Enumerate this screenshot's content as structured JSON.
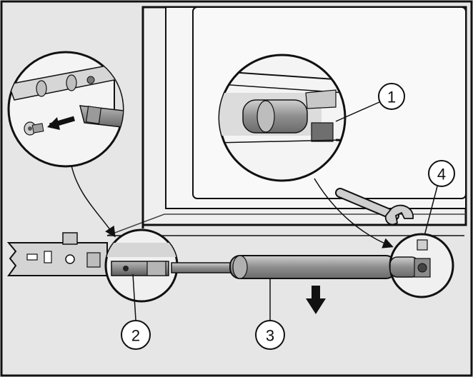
{
  "callouts": [
    {
      "id": "1",
      "label": "1"
    },
    {
      "id": "2",
      "label": "2"
    },
    {
      "id": "3",
      "label": "3"
    },
    {
      "id": "4",
      "label": "4"
    }
  ],
  "colors": {
    "background": "#e6e6e6",
    "panel": "#f2f2f2",
    "line": "#111111",
    "metal": "#8a8a8a",
    "strut": "#a9a9a9"
  },
  "icons": [
    "screw-icon",
    "arrow-left-icon",
    "arrow-right-icon",
    "arrow-down-icon",
    "wrench-icon",
    "magnifier-circle-icon"
  ]
}
